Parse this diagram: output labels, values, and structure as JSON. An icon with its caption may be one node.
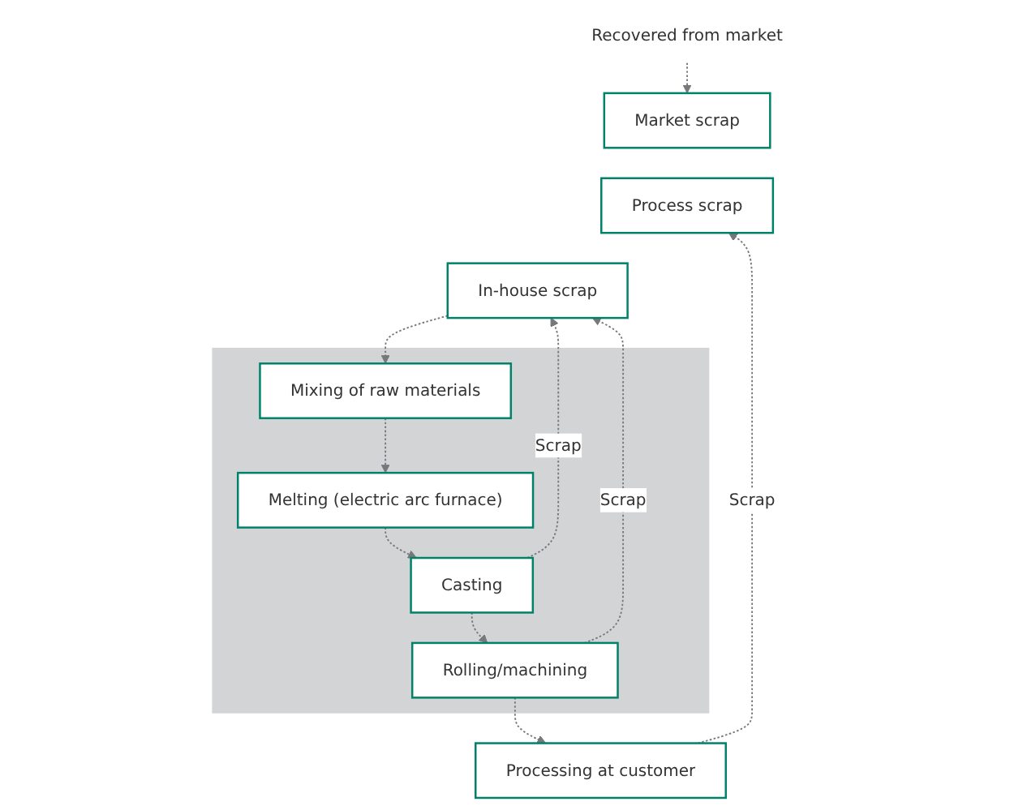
{
  "diagram": {
    "nodes": [
      {
        "text": [
          "Market scrap"
        ]
      },
      {
        "text": [
          "Process scrap"
        ]
      },
      {
        "text": [
          "In-house scrap"
        ]
      },
      {
        "text": [],
        "shape": "box"
      },
      {
        "text": [
          "Mixing of raw materials"
        ],
        "in": 3
      },
      {
        "text": [
          "Melting (electric arc furnace)"
        ],
        "in": 3
      },
      {
        "text": [
          "Casting"
        ],
        "in": 3
      },
      {
        "text": [
          "Rolling/machining"
        ],
        "in": 3
      },
      {
        "text": [
          "Processing at customer"
        ]
      },
      {
        "text": [
          "Recovered from market"
        ]
      }
    ],
    "edges": [
      {
        "from": 9,
        "to": 0,
        "arrow": "to",
        "style": "dashed"
      },
      {
        "from": 2,
        "to": 4,
        "arrow": "to",
        "style": "dashed"
      },
      {
        "from": 4,
        "to": 5,
        "arrow": "to",
        "style": "dashed"
      },
      {
        "from": 5,
        "to": 6,
        "arrow": "to",
        "style": "dashed"
      },
      {
        "from": 6,
        "to": 7,
        "arrow": "to",
        "style": "dashed"
      },
      {
        "from": 7,
        "to": 8,
        "arrow": "to",
        "style": "dashed"
      },
      {
        "from": 6,
        "to": 2,
        "label": "Scrap",
        "arrow": "to",
        "style": "dashed"
      },
      {
        "from": 7,
        "to": 2,
        "label": "Scrap",
        "arrow": "to",
        "style": "dashed"
      },
      {
        "from": 8,
        "to": 1,
        "label": "Scrap",
        "arrow": "to",
        "style": "dashed"
      }
    ]
  }
}
